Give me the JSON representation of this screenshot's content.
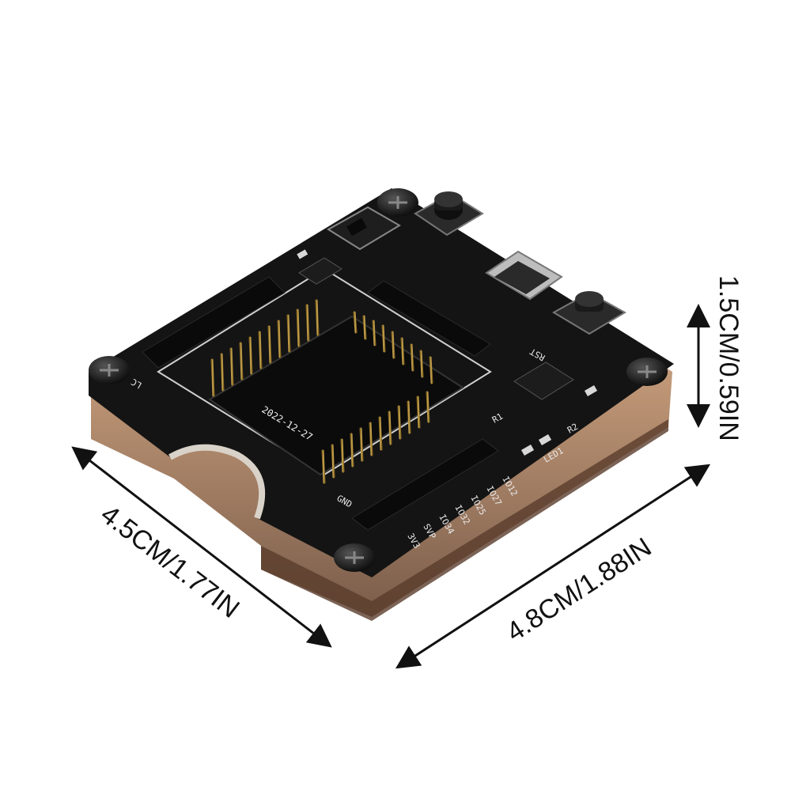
{
  "dimensions": {
    "length": "4.5CM/1.77IN",
    "width": "4.8CM/1.88IN",
    "height": "1.5CM/0.59IN"
  },
  "board": {
    "date": "2022-12-27",
    "pin_labels": [
      "IO12",
      "IO27",
      "IO25",
      "IO32",
      "IO34",
      "SVP",
      "3V3",
      "GND"
    ],
    "misc_labels": [
      "RST",
      "LC",
      "LED1",
      "R1",
      "R2"
    ]
  },
  "colors": {
    "pcb": "#141414",
    "acrylic": "#c9a27c",
    "gold_pin": "#c8a040",
    "header_pin": "#b8b8b8",
    "dimension_line": "#111111"
  }
}
